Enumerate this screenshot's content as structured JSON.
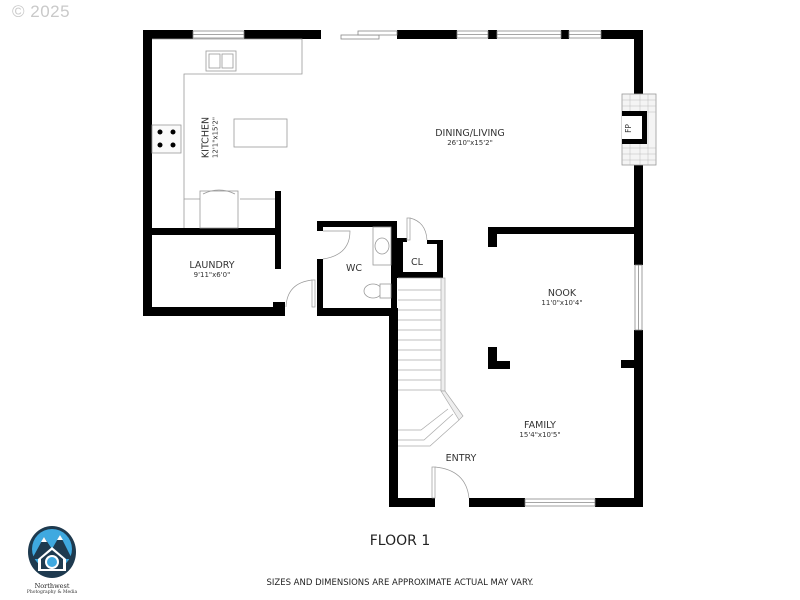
{
  "watermark": {
    "copyright": "© 2025"
  },
  "floor": {
    "title": "FLOOR 1",
    "disclaimer": "SIZES AND DIMENSIONS ARE APPROXIMATE ACTUAL MAY VARY."
  },
  "rooms": {
    "kitchen": {
      "name": "KITCHEN",
      "dimensions": "12'1\"x15'2\""
    },
    "dining_living": {
      "name": "DINING/LIVING",
      "dimensions": "26'10\"x15'2\""
    },
    "laundry": {
      "name": "LAUNDRY",
      "dimensions": "9'11\"x6'0\""
    },
    "wc": {
      "name": "WC"
    },
    "closet": {
      "name": "CL"
    },
    "nook": {
      "name": "NOOK",
      "dimensions": "11'0\"x10'4\""
    },
    "family": {
      "name": "FAMILY",
      "dimensions": "15'4\"x10'5\""
    },
    "entry": {
      "name": "ENTRY"
    },
    "fireplace": {
      "name": "FP"
    }
  },
  "logo": {
    "line1": "Northwest",
    "line2": "Photography & Media",
    "colors": {
      "ring": "#1e3a4f",
      "sky": "#3fa9e0",
      "mountain": "#ffffff"
    }
  },
  "colors": {
    "wall": "#000000",
    "fixture": "#8a8a8a",
    "label": "#333333"
  }
}
